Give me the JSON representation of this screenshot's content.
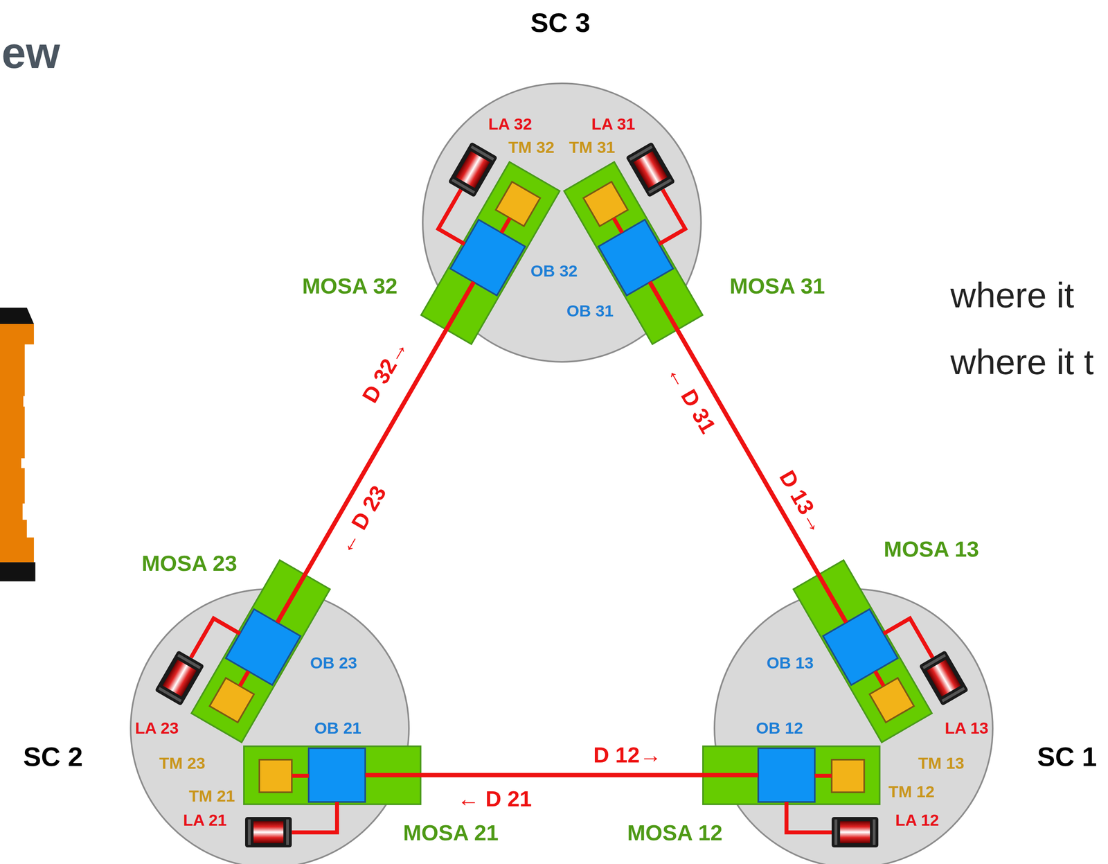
{
  "diagram": {
    "title": "ew",
    "nodes": [
      {
        "text": [
          "SC 3"
        ]
      },
      {
        "text": [
          "MOSA 32"
        ],
        "in": 0
      },
      {
        "text": [
          "OB 32"
        ],
        "in": 1
      },
      {
        "text": [
          "TM 32"
        ],
        "in": 1
      },
      {
        "text": [
          "LA 32"
        ],
        "in": 0
      },
      {
        "text": [
          "MOSA 31"
        ],
        "in": 0
      },
      {
        "text": [
          "OB 31"
        ],
        "in": 5
      },
      {
        "text": [
          "TM 31"
        ],
        "in": 5
      },
      {
        "text": [
          "LA 31"
        ],
        "in": 0
      },
      {
        "text": [
          "SC 2"
        ]
      },
      {
        "text": [
          "MOSA 23"
        ],
        "in": 9
      },
      {
        "text": [
          "OB 23"
        ],
        "in": 10
      },
      {
        "text": [
          "TM 23"
        ],
        "in": 10
      },
      {
        "text": [
          "LA 23"
        ],
        "in": 9
      },
      {
        "text": [
          "MOSA 21"
        ],
        "in": 9
      },
      {
        "text": [
          "OB 21"
        ],
        "in": 14
      },
      {
        "text": [
          "TM 21"
        ],
        "in": 14
      },
      {
        "text": [
          "LA 21"
        ],
        "in": 9
      },
      {
        "text": [
          "SC 1"
        ]
      },
      {
        "text": [
          "MOSA 13"
        ],
        "in": 18
      },
      {
        "text": [
          "OB 13"
        ],
        "in": 19
      },
      {
        "text": [
          "TM 13"
        ],
        "in": 19
      },
      {
        "text": [
          "LA 13"
        ],
        "in": 18
      },
      {
        "text": [
          "MOSA 12"
        ],
        "in": 18
      },
      {
        "text": [
          "OB 12"
        ],
        "in": 23
      },
      {
        "text": [
          "TM 12"
        ],
        "in": 23
      },
      {
        "text": [
          "LA 12"
        ],
        "in": 18
      }
    ],
    "edges": [
      {
        "from": 2,
        "to": 11,
        "arrow": "none"
      },
      {
        "from": 6,
        "to": 20,
        "arrow": "none"
      },
      {
        "from": 15,
        "to": 24,
        "arrow": "none"
      },
      {
        "from": 2,
        "to": 3,
        "arrow": "none"
      },
      {
        "from": 6,
        "to": 7,
        "arrow": "none"
      },
      {
        "from": 11,
        "to": 12,
        "arrow": "none"
      },
      {
        "from": 15,
        "to": 16,
        "arrow": "none"
      },
      {
        "from": 20,
        "to": 21,
        "arrow": "none"
      },
      {
        "from": 24,
        "to": 25,
        "arrow": "none"
      },
      {
        "from": 4,
        "to": 2,
        "arrow": "none"
      },
      {
        "from": 8,
        "to": 6,
        "arrow": "none"
      },
      {
        "from": 13,
        "to": 11,
        "arrow": "none"
      },
      {
        "from": 17,
        "to": 15,
        "arrow": "none"
      },
      {
        "from": 22,
        "to": 20,
        "arrow": "none"
      },
      {
        "from": 26,
        "to": 24,
        "arrow": "none"
      }
    ],
    "labels": [
      "D 32→",
      "← D 23",
      "← D 31",
      "D 13→",
      "D 12→",
      "← D 21",
      "where it",
      "where it t"
    ]
  }
}
